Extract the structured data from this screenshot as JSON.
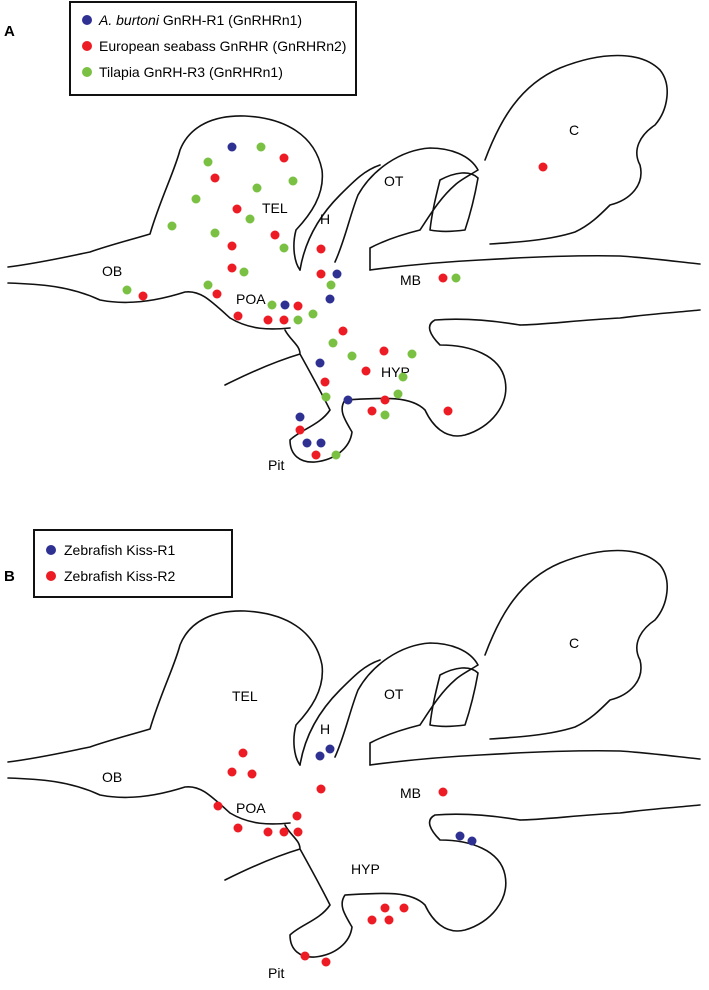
{
  "colors": {
    "blue": "#2e3192",
    "red": "#ed1c24",
    "green": "#7ac143",
    "outline": "#111111"
  },
  "panels": [
    {
      "letter": "A",
      "legend": [
        {
          "italic": "A. burtoni",
          "text": " GnRH-R1 (GnRHRn1)",
          "color": "blue"
        },
        {
          "italic": "",
          "text": "European seabass GnRHR (GnRHRn2)",
          "color": "red"
        },
        {
          "italic": "",
          "text": "Tilapia GnRH-R3 (GnRHRn1)",
          "color": "green"
        }
      ],
      "regions": {
        "tel": "TEL",
        "h": "H",
        "ot": "OT",
        "c": "C",
        "ob": "OB",
        "poa": "POA",
        "mb": "MB",
        "hyp": "HYP",
        "pit": "Pit"
      }
    },
    {
      "letter": "B",
      "legend": [
        {
          "italic": "",
          "text": "Zebrafish Kiss-R1",
          "color": "blue"
        },
        {
          "italic": "",
          "text": "Zebrafish Kiss-R2",
          "color": "red"
        }
      ],
      "regions": {
        "tel": "TEL",
        "h": "H",
        "ot": "OT",
        "c": "C",
        "ob": "OB",
        "poa": "POA",
        "mb": "MB",
        "hyp": "HYP",
        "pit": "Pit"
      }
    }
  ]
}
